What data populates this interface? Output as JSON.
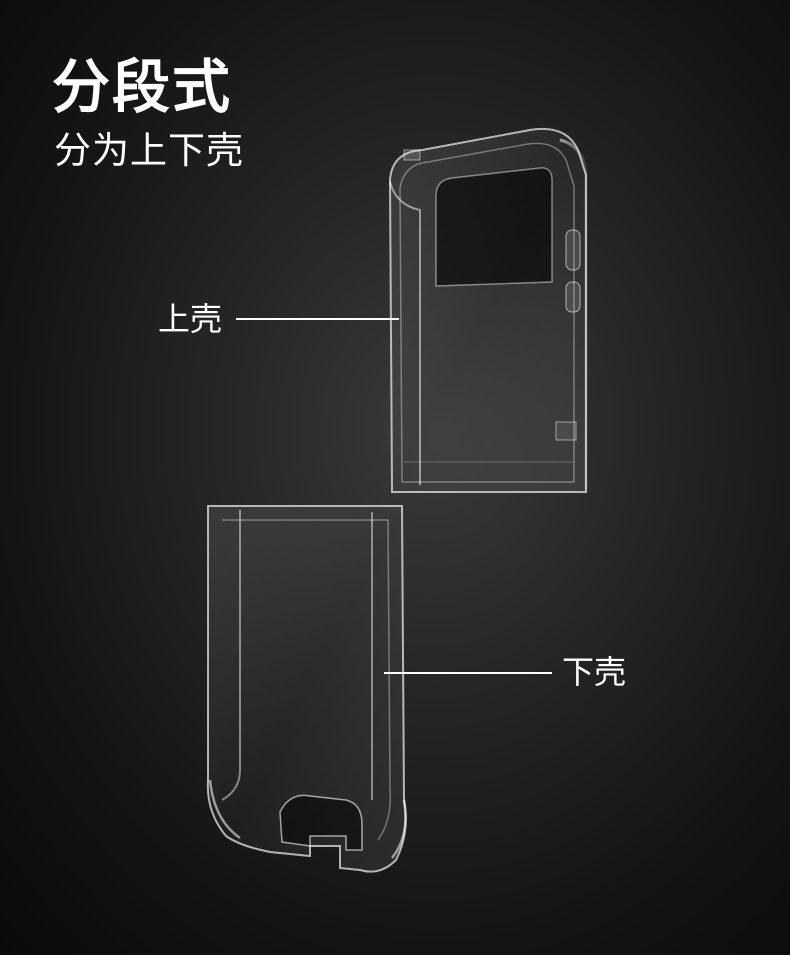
{
  "heading": {
    "title": "分段式",
    "subtitle": "分为上下壳"
  },
  "callouts": {
    "upper_shell": "上壳",
    "lower_shell": "下壳"
  }
}
